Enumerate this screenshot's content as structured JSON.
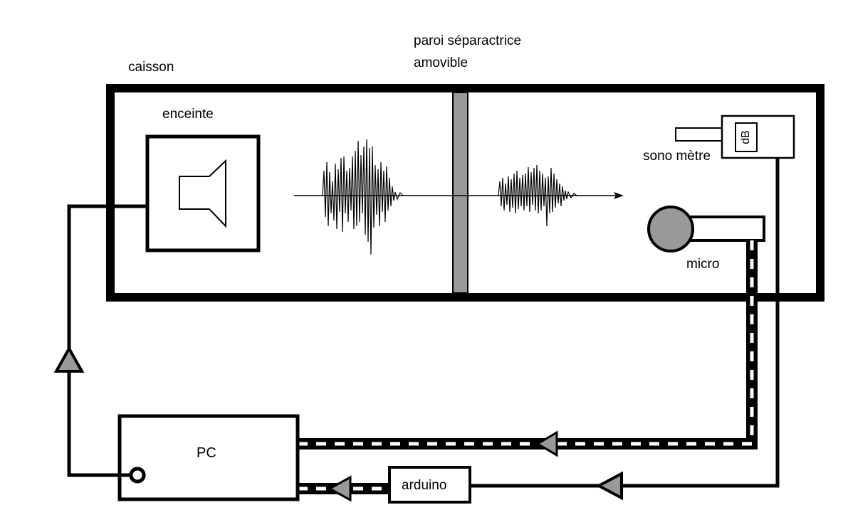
{
  "labels": {
    "caisson": "caisson",
    "wall_line1": "paroi séparactrice",
    "wall_line2": "amovible",
    "enceinte": "enceinte",
    "sonometre": "sono mètre",
    "db": "dB",
    "micro": "micro",
    "pc": "PC",
    "arduino": "arduino"
  },
  "colors": {
    "line": "#000000",
    "fill_gray": "#999999",
    "cable_dash": "#ffffff",
    "background": "#ffffff"
  },
  "icons": {
    "speaker": "speaker-icon",
    "microphone": "microphone-icon",
    "sound_level_meter": "sound-level-meter-icon",
    "arrow": "triangle-arrow-icon",
    "audio_jack": "audio-jack-icon"
  }
}
